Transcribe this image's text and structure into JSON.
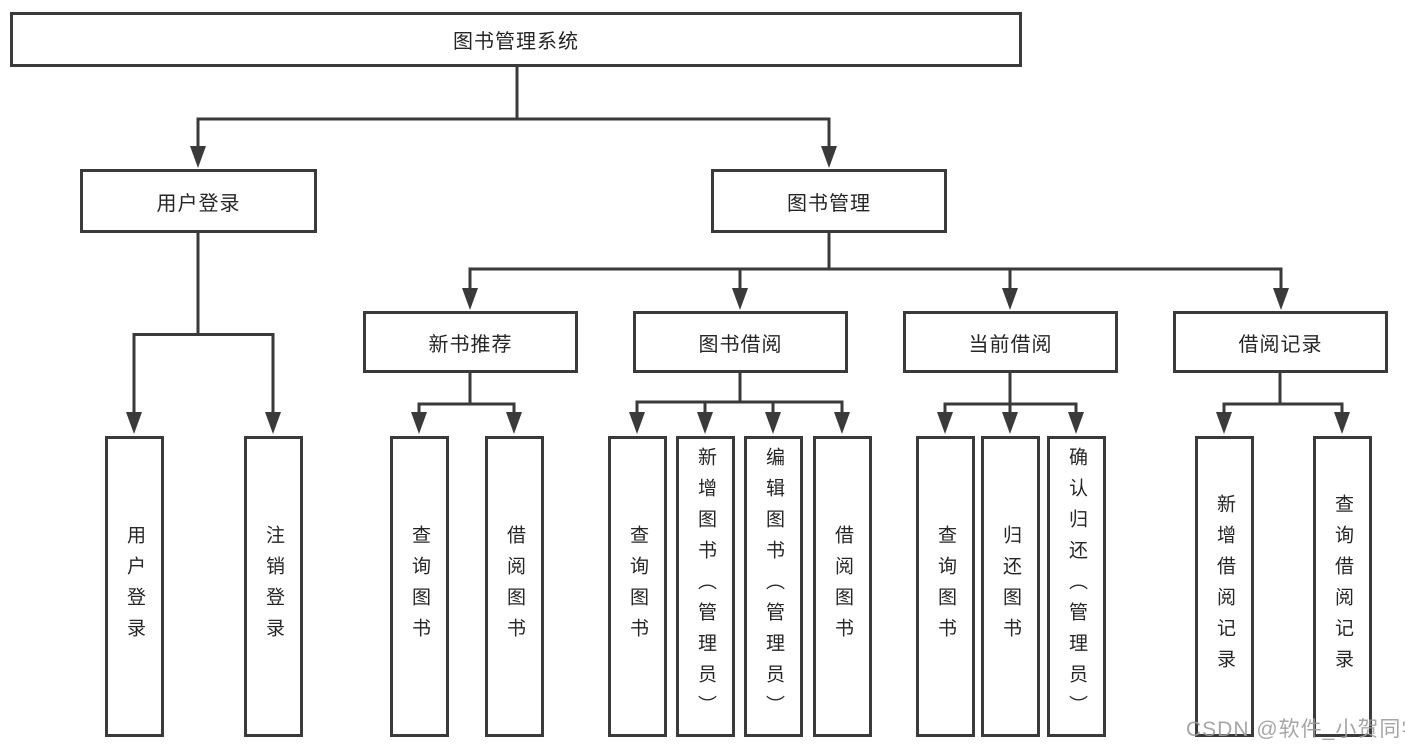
{
  "tree": {
    "root": {
      "label": "图书管理系统"
    },
    "branches": [
      {
        "label": "用户登录",
        "children": [
          {
            "label": "用户登录"
          },
          {
            "label": "注销登录"
          }
        ]
      },
      {
        "label": "图书管理",
        "groups": [
          {
            "label": "新书推荐",
            "children": [
              {
                "label": "查询图书"
              },
              {
                "label": "借阅图书"
              }
            ]
          },
          {
            "label": "图书借阅",
            "children": [
              {
                "label": "查询图书"
              },
              {
                "label": "新增图书（管理员）"
              },
              {
                "label": "编辑图书（管理员）"
              },
              {
                "label": "借阅图书"
              }
            ]
          },
          {
            "label": "当前借阅",
            "children": [
              {
                "label": "查询图书"
              },
              {
                "label": "归还图书"
              },
              {
                "label": "确认归还（管理员）"
              }
            ]
          },
          {
            "label": "借阅记录",
            "children": [
              {
                "label": "新增借阅记录"
              },
              {
                "label": "查询借阅记录"
              }
            ]
          }
        ]
      }
    ]
  },
  "watermark": {
    "text": "CSDN @软件_小贺同学"
  },
  "colors": {
    "line": "#3a3a3a",
    "text": "#262626",
    "watermark": "#9d9d9d",
    "background": "#ffffff"
  }
}
